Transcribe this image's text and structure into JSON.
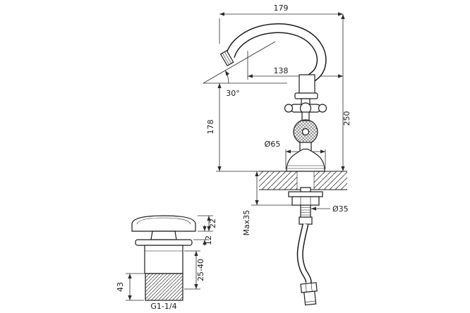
{
  "title": "Basin faucet technical dimension drawing",
  "colors": {
    "background": "#ffffff",
    "line": "#1c1c1c",
    "dimension_line": "#2a2a2a"
  },
  "dimensions": {
    "spout_reach_total": "179",
    "spout_reach_offset": "138",
    "spout_angle": "30°",
    "spout_height": "178",
    "total_height": "250",
    "base_diameter": "Ø65",
    "shank_diameter": "Ø35",
    "max_deck_thickness": "Max35",
    "drain_cap_height": "22",
    "drain_neck_height": "12",
    "drain_adjust_range": "25-40",
    "drain_thread_length": "43",
    "drain_thread_size": "G1-1/4"
  }
}
